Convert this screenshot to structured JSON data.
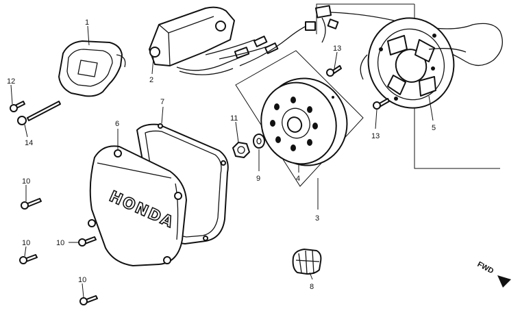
{
  "callouts": {
    "c1": "1",
    "c2": "2",
    "c3": "3",
    "c4": "4",
    "c5": "5",
    "c6": "6",
    "c7": "7",
    "c8": "8",
    "c9": "9",
    "c10a": "10",
    "c10b": "10",
    "c10c": "10",
    "c10d": "10",
    "c11": "11",
    "c12": "12",
    "c13a": "13",
    "c13b": "13",
    "c14": "14"
  },
  "cover_brand": "HONDA",
  "direction_label": "FWD"
}
